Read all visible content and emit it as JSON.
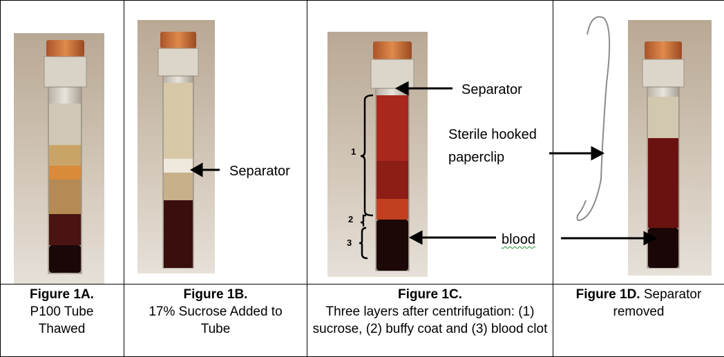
{
  "panels": [
    {
      "title": "Figure 1A.",
      "caption": "P100 Tube Thawed"
    },
    {
      "title": "Figure 1B.",
      "caption": "17% Sucrose Added to Tube"
    },
    {
      "title": "Figure 1C.",
      "caption": "Three layers after centrifugation: (1) sucrose, (2) buffy coat and (3) blood clot"
    },
    {
      "title": "Figure 1D.",
      "caption": "Separator removed"
    }
  ],
  "labels": {
    "separator_b": "Separator",
    "separator_c": "Separator",
    "paperclip": "Sterile hooked paperclip",
    "blood": "blood"
  },
  "layer_marks": [
    "1",
    "2",
    "3"
  ]
}
